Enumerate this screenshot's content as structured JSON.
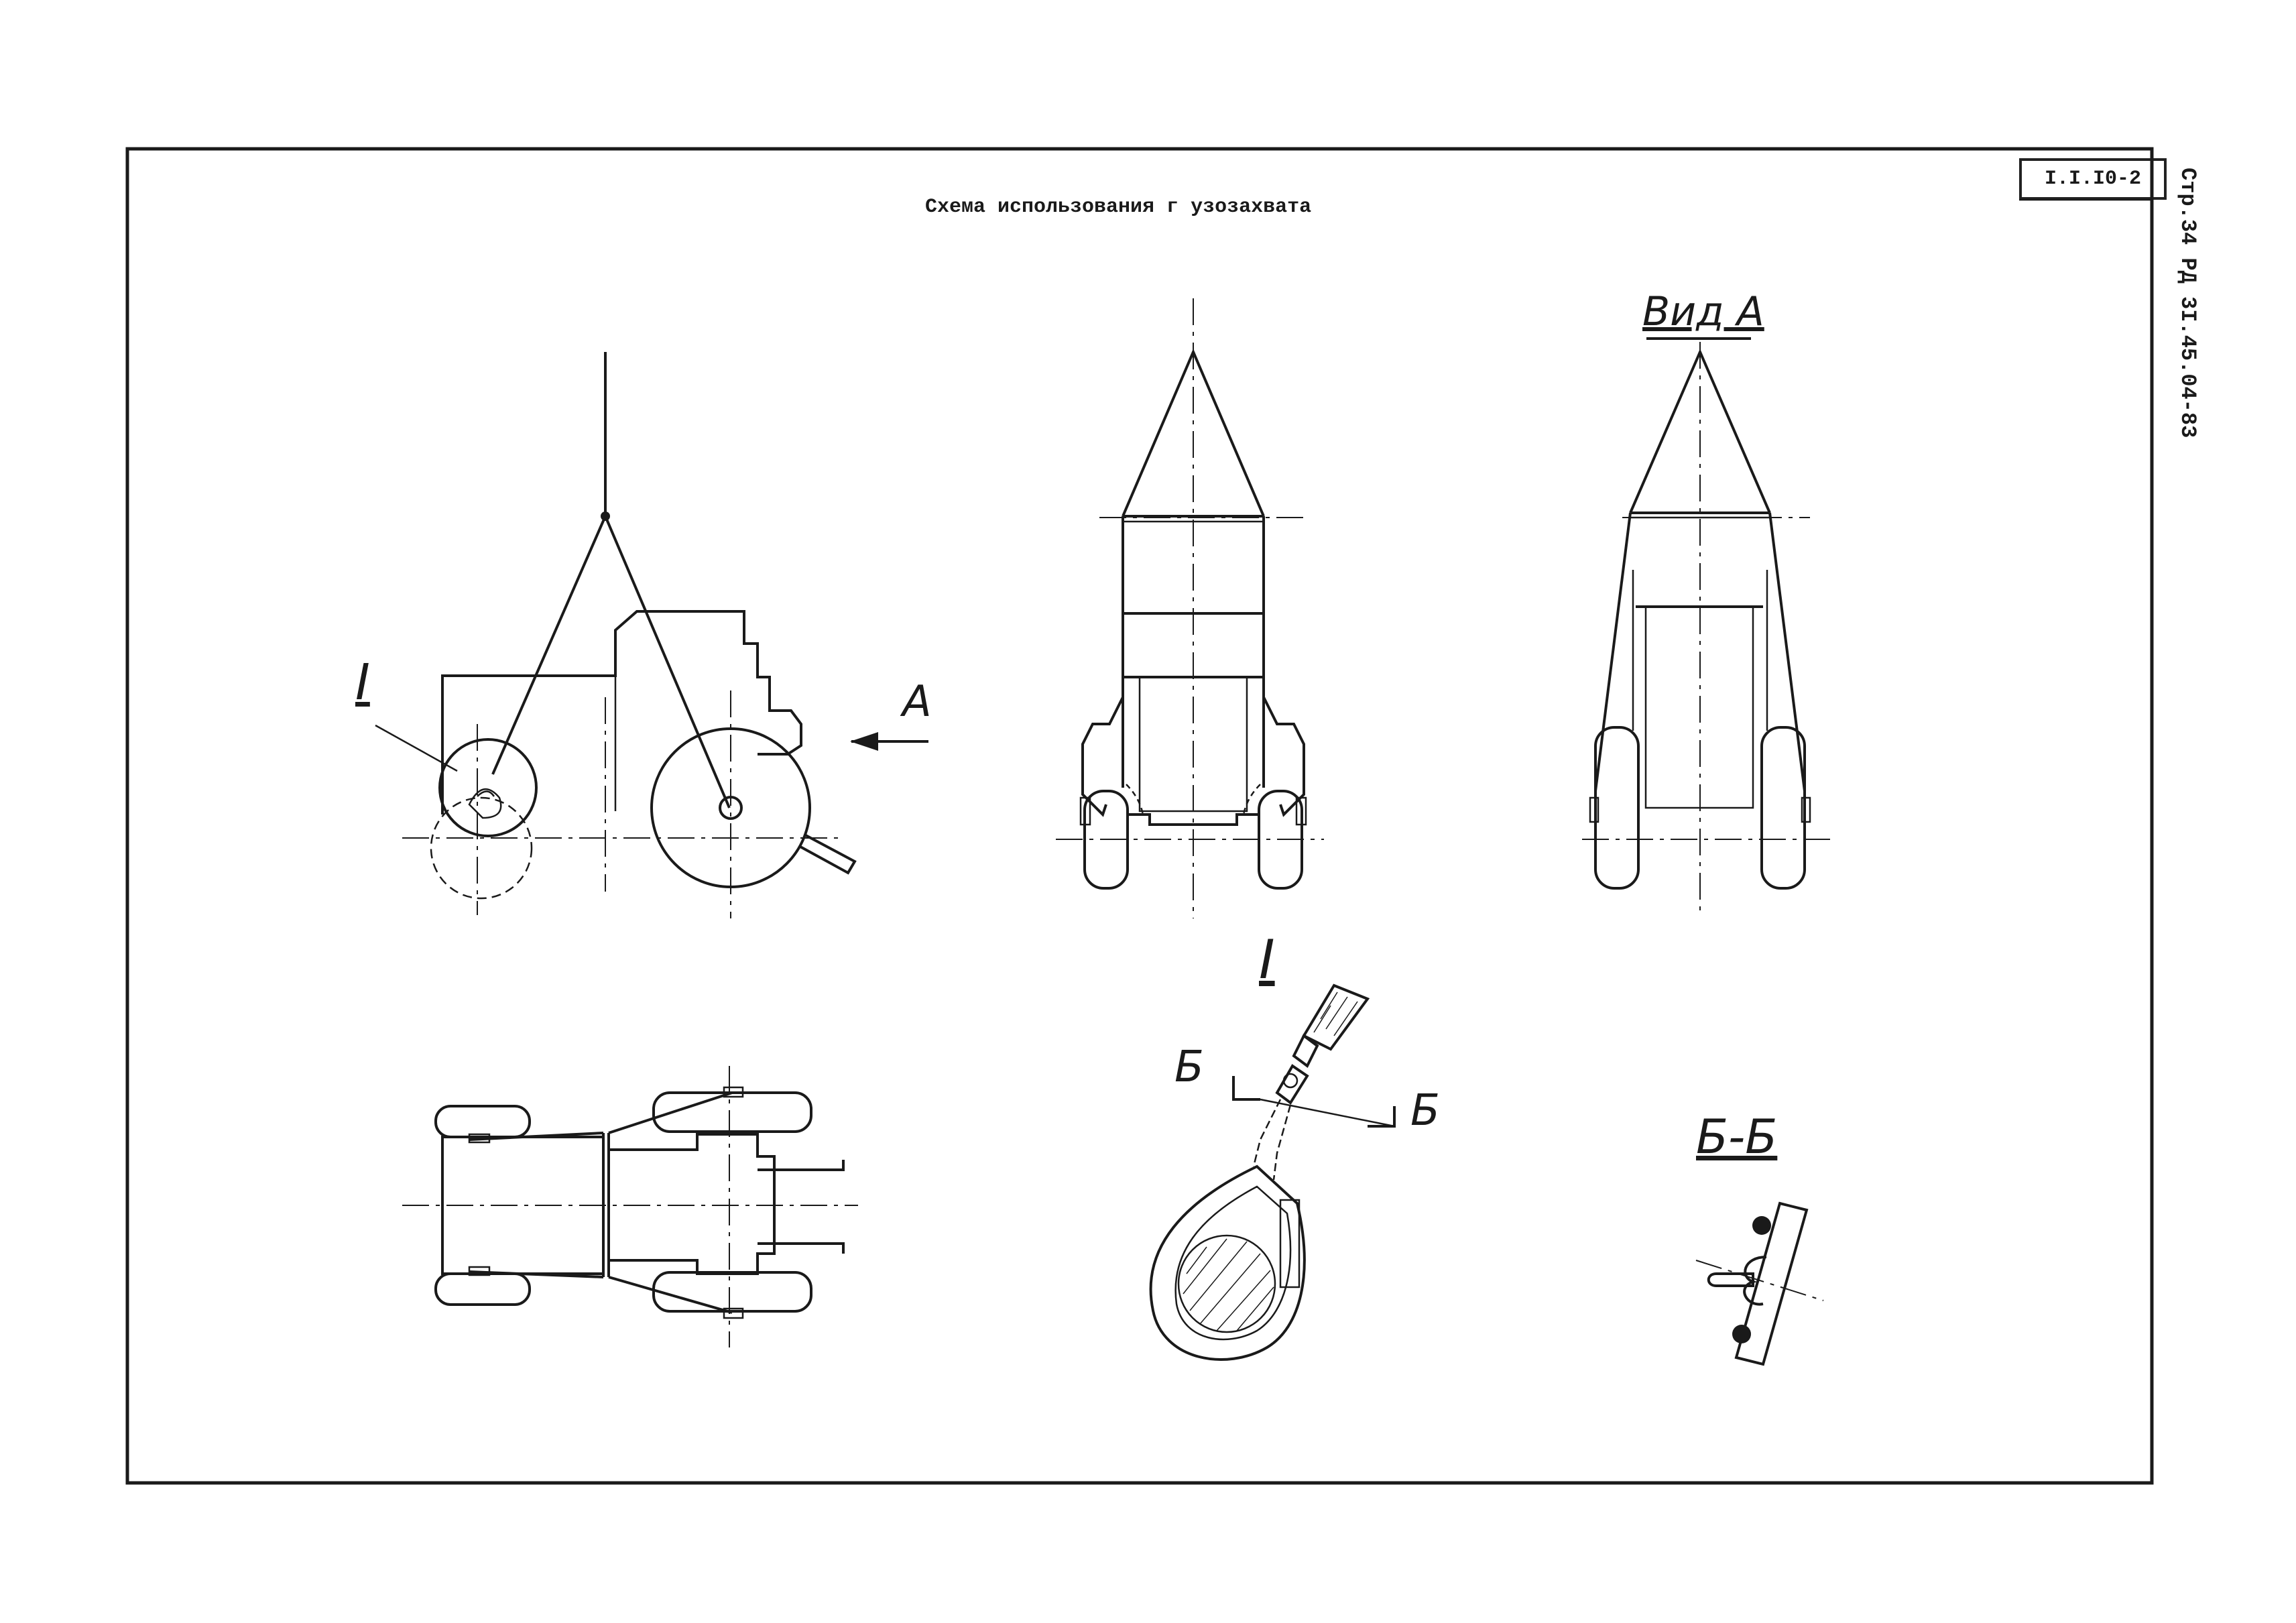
{
  "title": "Схема использования г узозахвата",
  "doc_code": "I.I.I0-2",
  "side_stamp": "Стр.34 РД 3I.45.04-83",
  "labels": {
    "detail_I": "I",
    "view_arrow_A": "А",
    "view_A": "Вид А",
    "detail_I_heading": "I",
    "section_b_left": "Б",
    "section_b_right": "Б",
    "section_bb": "Б-Б"
  }
}
